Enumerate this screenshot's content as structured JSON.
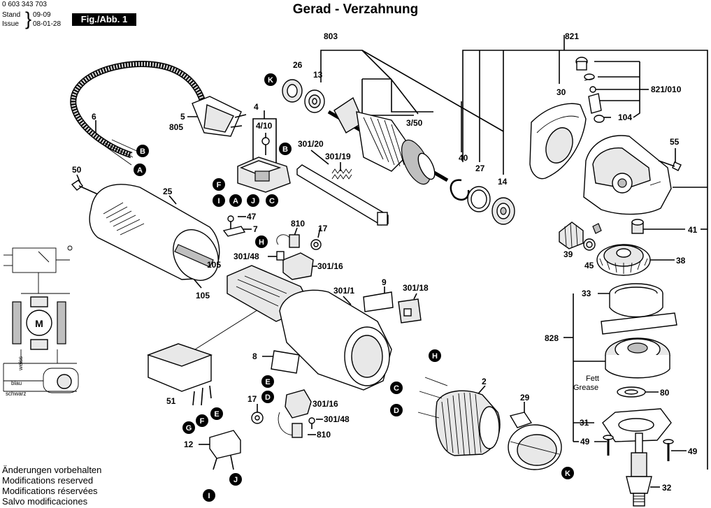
{
  "header": {
    "part_number": "0 603 343 703",
    "stand_label": "Stand",
    "issue_label": "Issue",
    "stand_date": "09-09",
    "issue_date": "08-01-28",
    "figure_label": "Fig./Abb. 1",
    "title": "Gerad - Verzahnung"
  },
  "footer": {
    "line1": "Änderungen vorbehalten",
    "line2": "Modifications reserved",
    "line3": "Modifications réservées",
    "line4": "Salvo modificaciones"
  },
  "wiring": {
    "motor_label": "M",
    "wire_blue": "blau",
    "wire_black": "schwarz",
    "wire_white": "weiss"
  },
  "labels": {
    "p803": "803",
    "p821": "821",
    "p821_010": "821/010",
    "p26": "26",
    "p13": "13",
    "p3_50": "3/50",
    "p30": "30",
    "p104": "104",
    "p55": "55",
    "p40": "40",
    "p27": "27",
    "p14": "14",
    "p4": "4",
    "p4_10": "4/10",
    "p301_20": "301/20",
    "p301_19": "301/19",
    "p6": "6",
    "p5": "5",
    "p805": "805",
    "p50": "50",
    "p25": "25",
    "p47": "47",
    "p7": "7",
    "p810a": "810",
    "p17a": "17",
    "p301_48a": "301/48",
    "p301_16a": "301/16",
    "p105a": "105",
    "p105b": "105",
    "p41": "41",
    "p39": "39",
    "p45": "45",
    "p38": "38",
    "p301_1": "301/1",
    "p9": "9",
    "p301_18": "301/18",
    "p33": "33",
    "p828": "828",
    "p8": "8",
    "p2": "2",
    "p29": "29",
    "p80": "80",
    "fett": "Fett",
    "grease": "Grease",
    "p17b": "17",
    "p301_16b": "301/16",
    "p301_48b": "301/48",
    "p810b": "810",
    "p51": "51",
    "p31": "31",
    "p49a": "49",
    "p49b": "49",
    "p12": "12",
    "p32": "32"
  },
  "markers": {
    "K": "K",
    "B": "B",
    "A": "A",
    "F": "F",
    "I": "I",
    "J": "J",
    "C": "C",
    "H": "H",
    "E": "E",
    "D": "D",
    "G": "G"
  }
}
